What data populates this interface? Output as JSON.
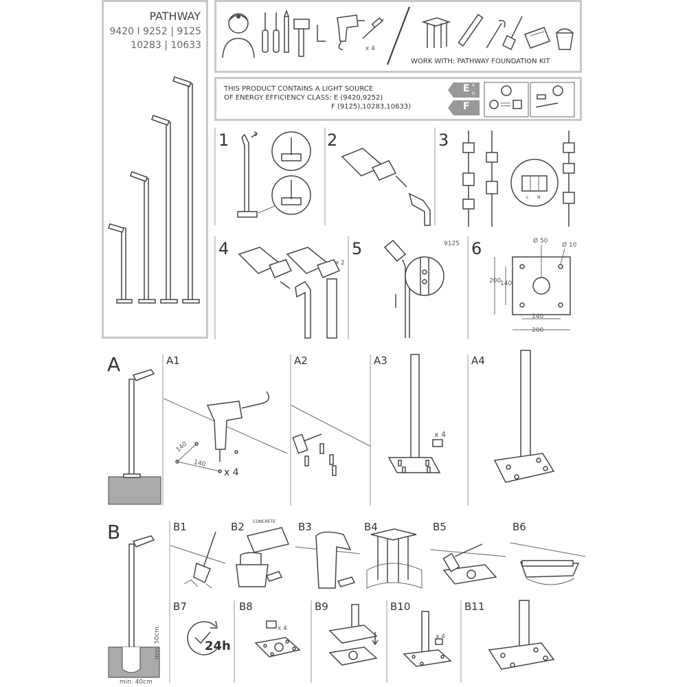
{
  "header": {
    "title": "PATHWAY",
    "codes_line1": "9420 I 9252 | 9125",
    "codes_line2": "10283 |  10633"
  },
  "tools_panel": {
    "drill_count": "x 4",
    "work_with": "WORK WITH: PATHWAY FOUNDATION KIT"
  },
  "energy_panel": {
    "line1": "THIS PRODUCT CONTAINS A LIGHT SOURCE",
    "line2": "OF ENERGY EFFICIENCY CLASS: E (9420,9252)",
    "line3": "F (9125),10283,10633)",
    "class_e": "E",
    "class_f": "F",
    "scale": "A",
    "scale_to": "G"
  },
  "steps": {
    "s1": "1",
    "s2": "2",
    "s3": "3",
    "s4": "4",
    "s5": "5",
    "s6": "6",
    "s4_count": "x 2",
    "s5_model": "9125",
    "s3_terminal_l": "L",
    "s3_terminal_n": "N",
    "s6_dim_50": "Ø 50",
    "s6_dim_10": "Ø 10",
    "s6_dim_200_v": "200",
    "s6_dim_140_v": "140",
    "s6_dim_140_h": "140",
    "s6_dim_200_h": "200"
  },
  "section_a": {
    "label": "A",
    "a1": "A1",
    "a2": "A2",
    "a3": "A3",
    "a4": "A4",
    "a1_dim1": "140",
    "a1_dim2": "140",
    "a1_count": "x 4",
    "a3_count": "x 4"
  },
  "section_b": {
    "label": "B",
    "b1": "B1",
    "b2": "B2",
    "b3": "B3",
    "b4": "B4",
    "b5": "B5",
    "b6": "B6",
    "b7": "B7",
    "b8": "B8",
    "b9": "B9",
    "b10": "B10",
    "b11": "B11",
    "b2_concrete": "CONCRETE",
    "b7_time": "24h",
    "b8_count": "x 4",
    "b10_count": "x 4",
    "depth": "min. 50cm",
    "width": "min. 40cm"
  }
}
